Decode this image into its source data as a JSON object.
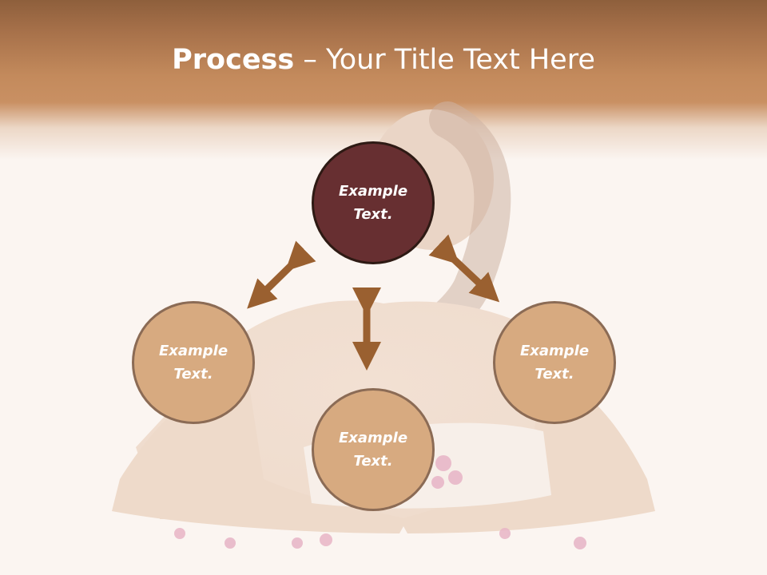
{
  "slide": {
    "title_bold": "Process",
    "title_rest": " – Your Title Text Here"
  },
  "diagram": {
    "nodes": [
      {
        "id": "top",
        "line1": "Example",
        "line2": "Text.",
        "style": "primary"
      },
      {
        "id": "left",
        "line1": "Example",
        "line2": "Text.",
        "style": "secondary"
      },
      {
        "id": "bottom",
        "line1": "Example",
        "line2": "Text.",
        "style": "secondary"
      },
      {
        "id": "right",
        "line1": "Example",
        "line2": "Text.",
        "style": "secondary"
      }
    ],
    "connectors": [
      {
        "from": "top",
        "to": "left",
        "type": "double-arrow"
      },
      {
        "from": "top",
        "to": "bottom",
        "type": "double-arrow"
      },
      {
        "from": "top",
        "to": "right",
        "type": "double-arrow"
      }
    ]
  },
  "colors": {
    "primary_node": "#672f31",
    "secondary_node": "#d7aa80",
    "arrow": "#9a6030",
    "header": "#c38a5c"
  }
}
